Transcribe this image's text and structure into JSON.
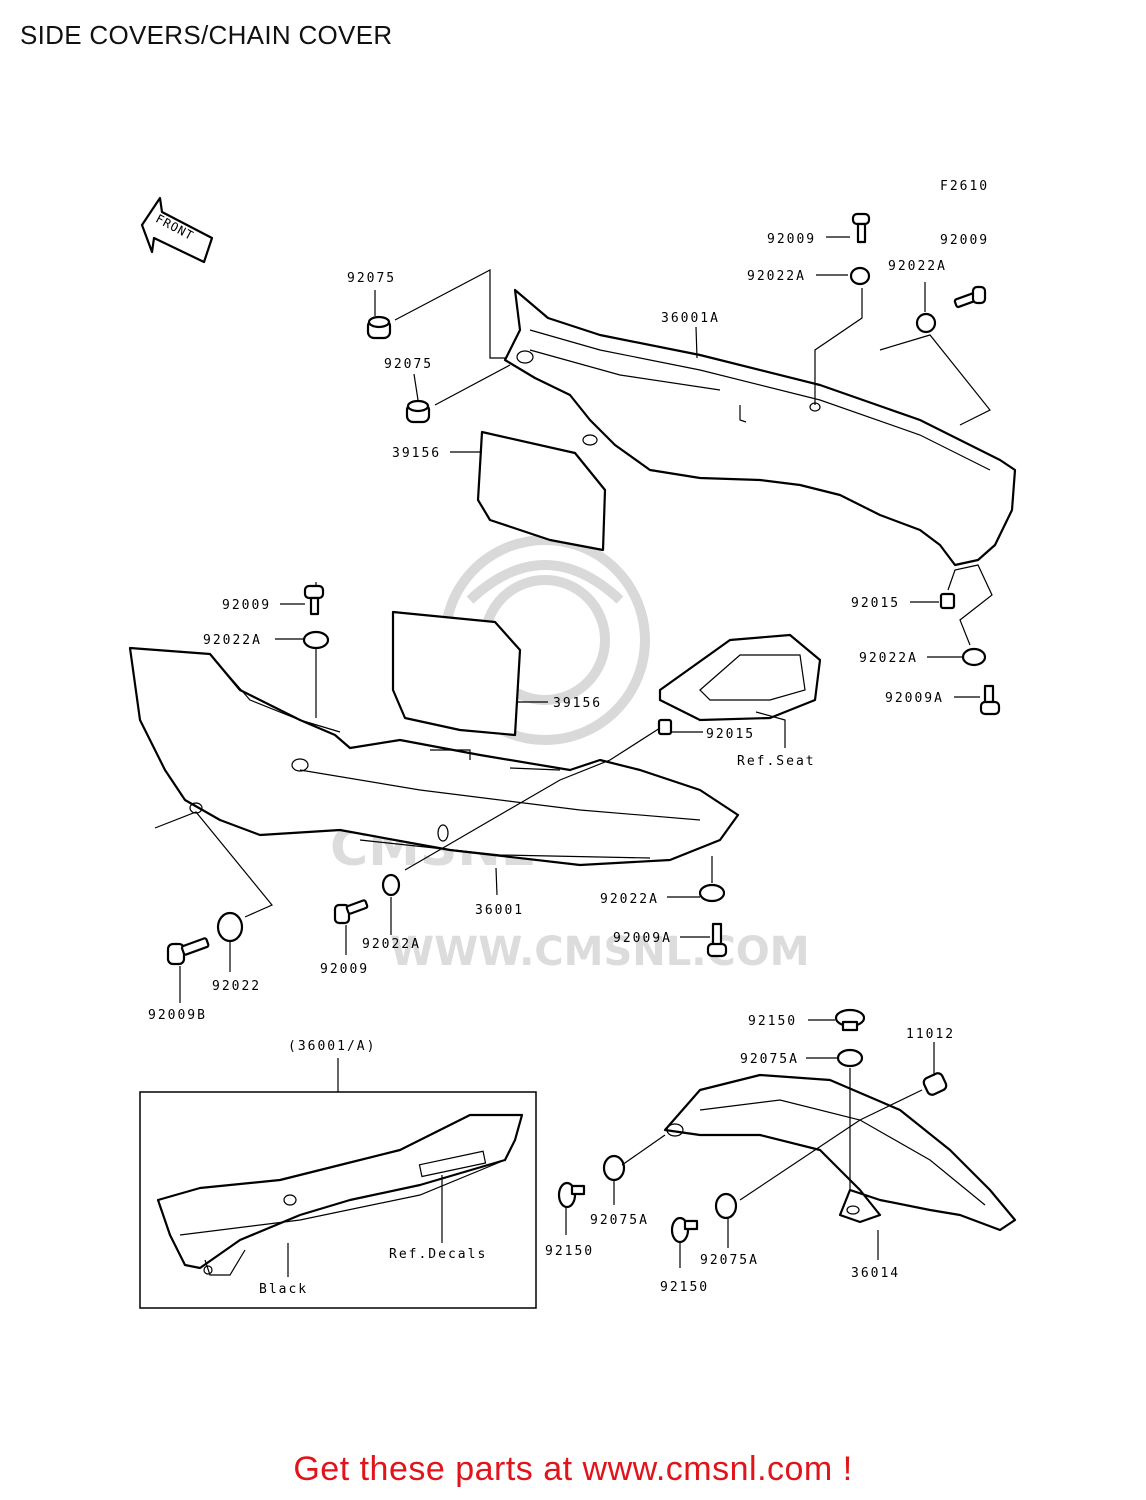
{
  "page": {
    "title": "SIDE COVERS/CHAIN COVER",
    "footer": "Get these parts at www.cmsnl.com !"
  },
  "diagram": {
    "figure_code": "F2610",
    "front_arrow": "FRONT",
    "watermark": "WWW.CMSNL.COM",
    "inset_title": "(36001/A)",
    "labels": {
      "p92075_a": "92075",
      "p92075_b": "92075",
      "p39156_top": "39156",
      "p36001A": "36001A",
      "p92009_top1": "92009",
      "p92022A_top1": "92022A",
      "p92009_top2": "92009",
      "p92022A_top2": "92022A",
      "p92015_right": "92015",
      "p92022A_right": "92022A",
      "p92009A_right": "92009A",
      "p92009_left": "92009",
      "p92022A_left": "92022A",
      "p39156_mid": "39156",
      "p92015_mid": "92015",
      "ref_seat": "Ref.Seat",
      "p36001": "36001",
      "p92022A_bot": "92022A",
      "p92009A_bot": "92009A",
      "p92022A_center": "92022A",
      "p92009_center": "92009",
      "p92022_low": "92022",
      "p92009B": "92009B",
      "p92150_top": "92150",
      "p11012": "11012",
      "p92075A_top": "92075A",
      "p92075A_left": "92075A",
      "p92150_left": "92150",
      "p92075A_low": "92075A",
      "p92150_low": "92150",
      "p36014": "36014",
      "ref_decals": "Ref.Decals",
      "black": "Black"
    }
  }
}
